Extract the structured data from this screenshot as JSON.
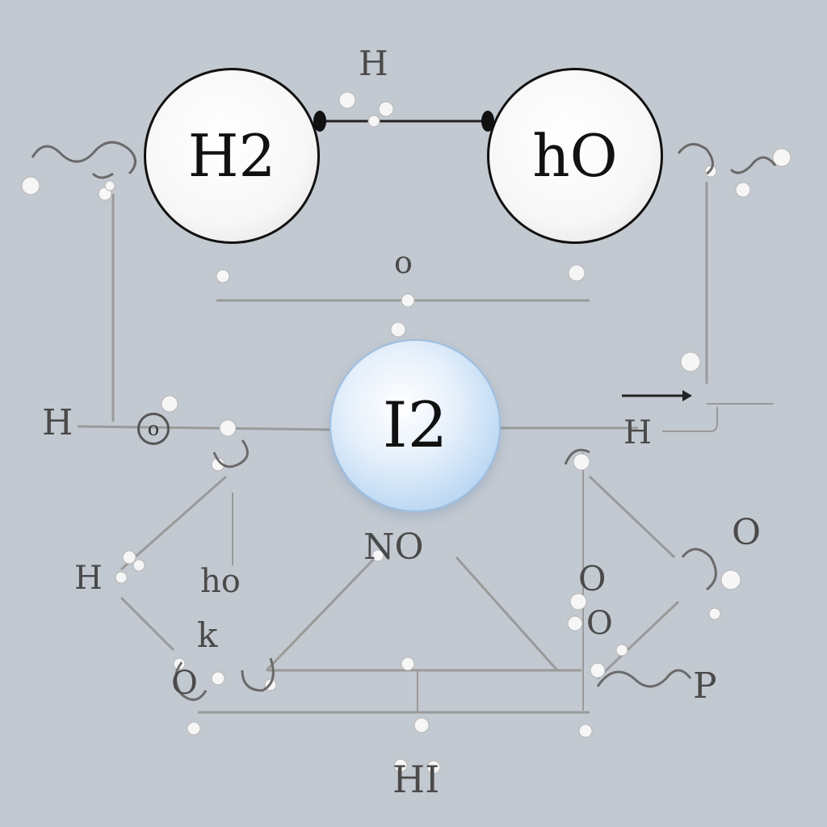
{
  "nodes": {
    "h2": "H2",
    "ho": "hO",
    "i2": "I2"
  },
  "labels": {
    "top_h": "H",
    "center_o": "o",
    "left_h": "H",
    "ring_o": "o",
    "right_h": "H",
    "mid_no": "NO",
    "bl_h": "H",
    "lower_left_ho": "ho",
    "lower_left_k": "k",
    "bottom_left_o": "O",
    "right_o1": "O",
    "right_o2": "O",
    "right_o3": "O",
    "right_p": "P",
    "bottom_hi": "HI"
  },
  "colors": {
    "background": "#c3c9d0",
    "node_outline": "#111111",
    "i2_fill": "#bcd8f3",
    "wire": "#8a8a8a",
    "label": "#4a4a4a"
  }
}
